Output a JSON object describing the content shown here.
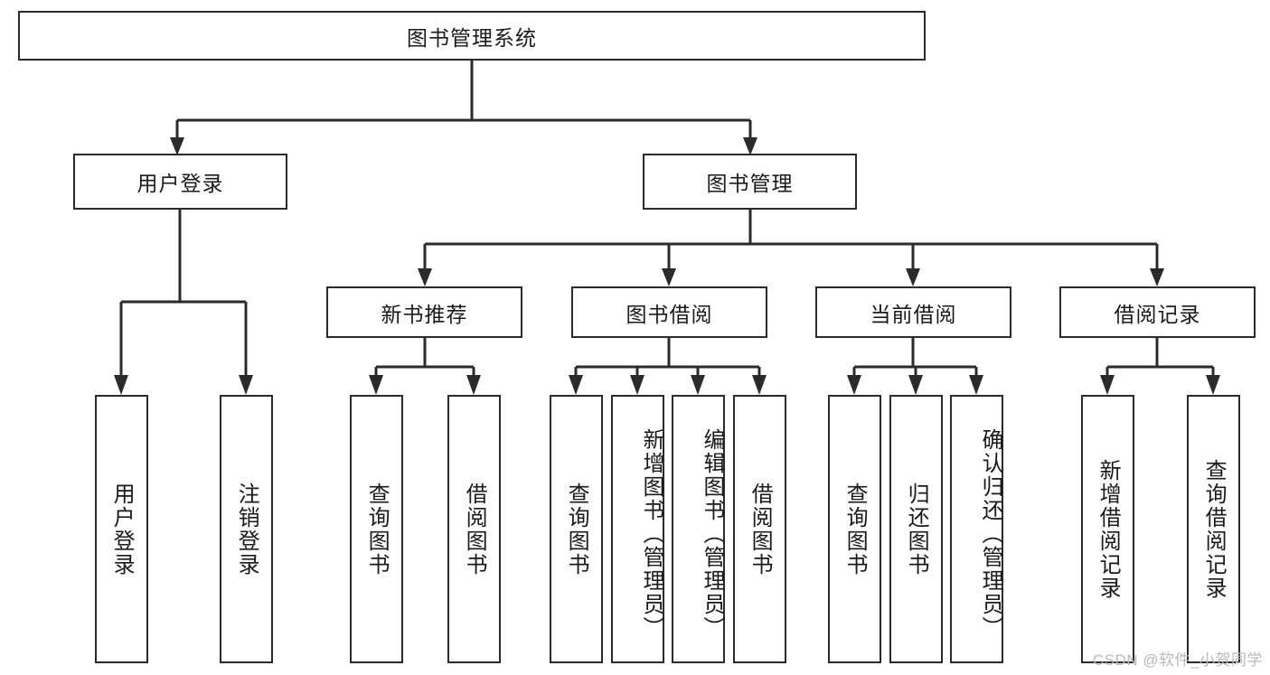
{
  "diagram": {
    "type": "tree-hierarchy-chart",
    "title": "图书管理系统",
    "root": {
      "label": "图书管理系统"
    },
    "level2": [
      {
        "label": "用户登录"
      },
      {
        "label": "图书管理"
      }
    ],
    "level3": [
      {
        "label": "新书推荐"
      },
      {
        "label": "图书借阅"
      },
      {
        "label": "当前借阅"
      },
      {
        "label": "借阅记录"
      }
    ],
    "leaves": {
      "user_login": [
        {
          "label": "用户登录"
        },
        {
          "label": "注销登录"
        }
      ],
      "new_book_recommend": [
        {
          "label": "查询图书"
        },
        {
          "label": "借阅图书"
        }
      ],
      "book_borrow": [
        {
          "label": "查询图书"
        },
        {
          "label": "新增图书（管理员）"
        },
        {
          "label": "编辑图书（管理员）"
        },
        {
          "label": "借阅图书"
        }
      ],
      "current_borrow": [
        {
          "label": "查询图书"
        },
        {
          "label": "归还图书"
        },
        {
          "label": "确认归还（管理员）"
        }
      ],
      "borrow_record": [
        {
          "label": "新增借阅记录"
        },
        {
          "label": "查询借阅记录"
        }
      ]
    }
  },
  "watermark": {
    "text": "CSDN @软件_小贺同学"
  },
  "colors": {
    "border": "#2b2b2b",
    "background": "#ffffff",
    "text": "#1a1a1a",
    "watermark": "#b9b9b9"
  }
}
